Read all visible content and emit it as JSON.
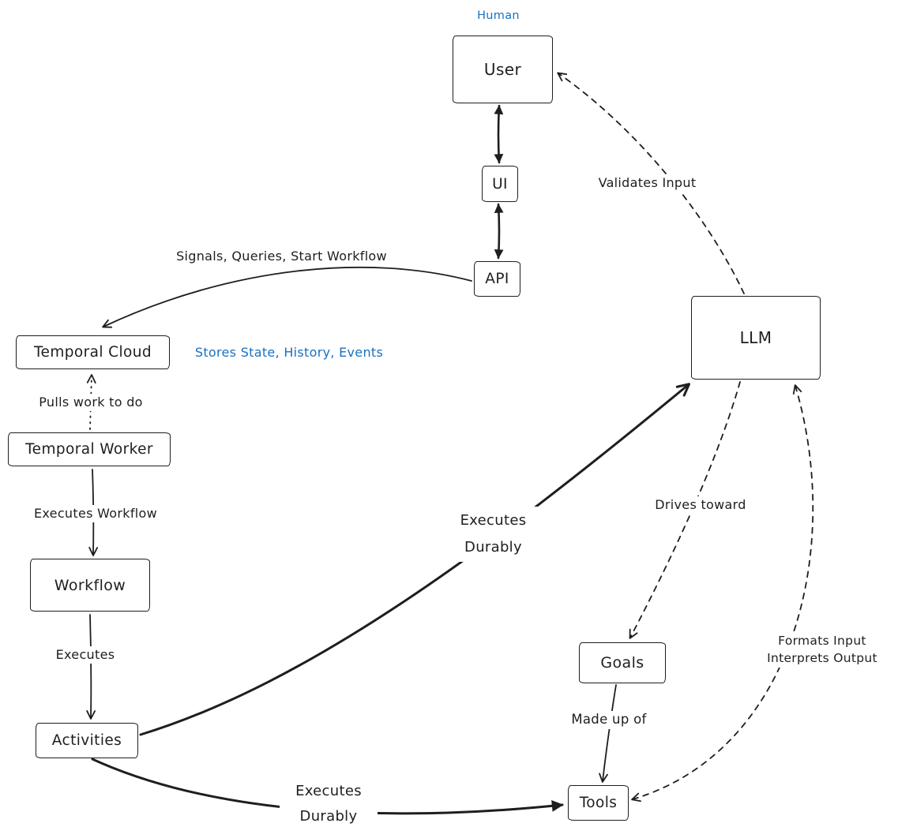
{
  "colors": {
    "ink": "#1e1e1e",
    "accent": "#1971c2"
  },
  "nodes": {
    "user": {
      "label": "User"
    },
    "ui": {
      "label": "UI"
    },
    "api": {
      "label": "API"
    },
    "temporal_cloud": {
      "label": "Temporal Cloud"
    },
    "temporal_worker": {
      "label": "Temporal Worker"
    },
    "workflow": {
      "label": "Workflow"
    },
    "activities": {
      "label": "Activities"
    },
    "llm": {
      "label": "LLM"
    },
    "goals": {
      "label": "Goals"
    },
    "tools": {
      "label": "Tools"
    }
  },
  "annotations": {
    "human": {
      "text": "Human"
    },
    "stores_state": {
      "text": "Stores State, History, Events"
    }
  },
  "edge_labels": {
    "validates_input": {
      "text": "Validates Input"
    },
    "signals_queries": {
      "text": "Signals, Queries, Start Workflow"
    },
    "pulls_work": {
      "text": "Pulls work to do"
    },
    "executes_workflow": {
      "text": "Executes Workflow"
    },
    "executes": {
      "text": "Executes"
    },
    "executes_durably_llm": {
      "line1": "Executes",
      "line2": "Durably"
    },
    "drives_toward": {
      "text": "Drives toward"
    },
    "made_up_of": {
      "text": "Made up of"
    },
    "formats_interprets": {
      "line1": "Formats Input",
      "line2": "Interprets Output"
    },
    "executes_durably_tools": {
      "line1": "Executes",
      "line2": "Durably"
    }
  },
  "edges": [
    {
      "from": "user",
      "to": "ui",
      "style": "solid",
      "bidirectional": true
    },
    {
      "from": "ui",
      "to": "api",
      "style": "solid",
      "bidirectional": true
    },
    {
      "from": "api",
      "to": "temporal_cloud",
      "style": "solid",
      "label": "Signals, Queries, Start Workflow"
    },
    {
      "from": "temporal_worker",
      "to": "temporal_cloud",
      "style": "dotted",
      "label": "Pulls work to do"
    },
    {
      "from": "temporal_worker",
      "to": "workflow",
      "style": "solid",
      "label": "Executes Workflow"
    },
    {
      "from": "workflow",
      "to": "activities",
      "style": "solid",
      "label": "Executes"
    },
    {
      "from": "activities",
      "to": "llm",
      "style": "solid-thick",
      "label": "Executes Durably"
    },
    {
      "from": "activities",
      "to": "tools",
      "style": "solid-thick",
      "label": "Executes Durably"
    },
    {
      "from": "llm",
      "to": "user",
      "style": "dashed",
      "label": "Validates Input"
    },
    {
      "from": "llm",
      "to": "goals",
      "style": "dashed",
      "label": "Drives toward"
    },
    {
      "from": "tools",
      "to": "llm",
      "style": "dashed",
      "bidirectional": true,
      "label": "Formats Input / Interprets Output"
    },
    {
      "from": "goals",
      "to": "tools",
      "style": "solid",
      "label": "Made up of"
    }
  ]
}
